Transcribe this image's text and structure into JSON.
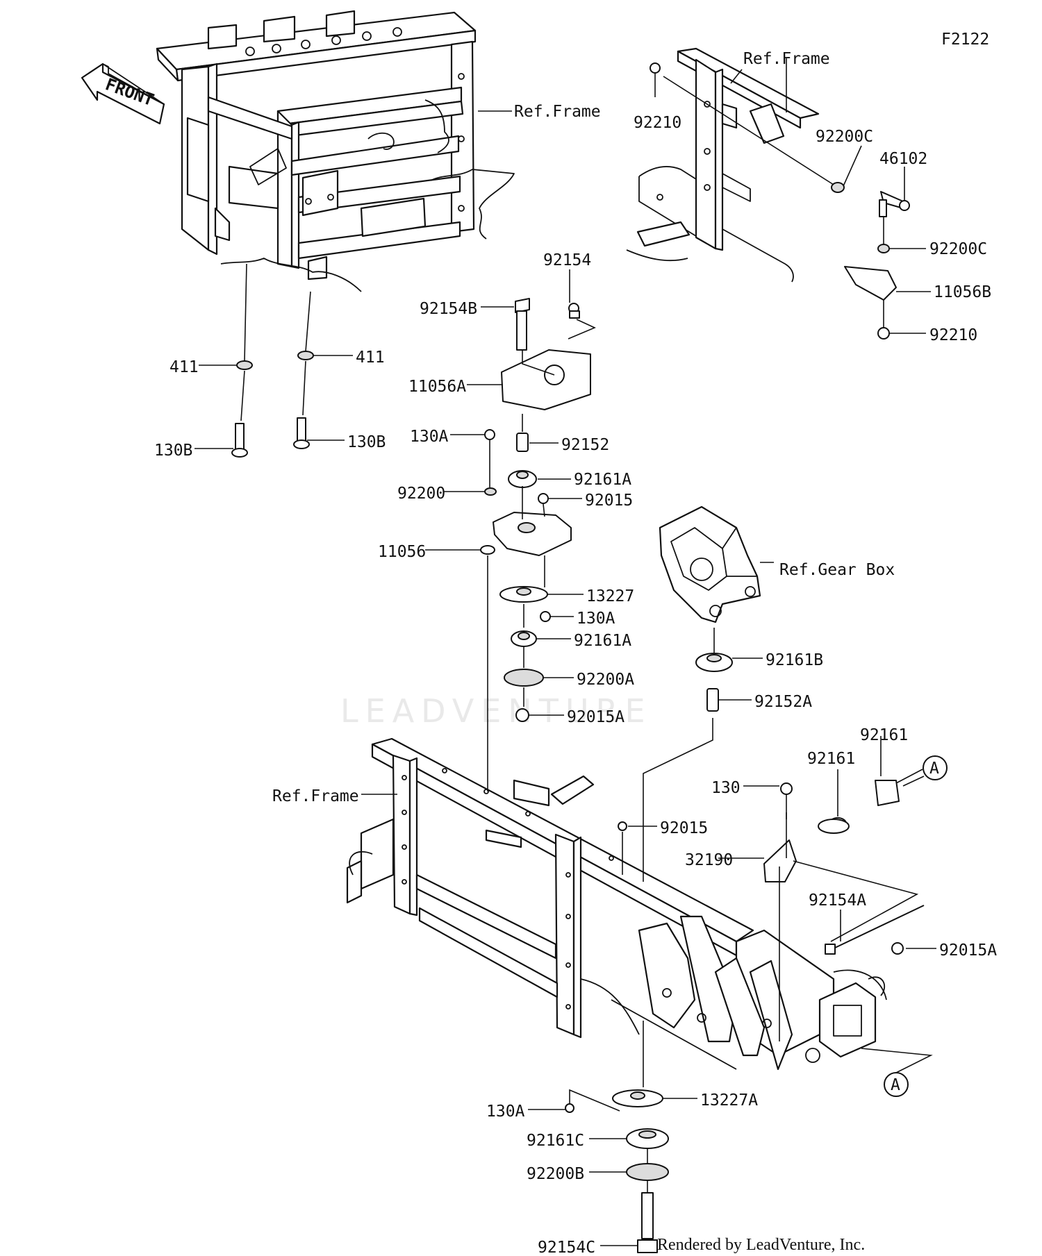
{
  "diagram_code": "F2122",
  "front_arrow": "FRONT",
  "watermark": "LEADVENTURE",
  "credit": "Rendered by LeadVenture, Inc.",
  "callouts": {
    "a_upper": "A",
    "a_lower": "A"
  },
  "labels": {
    "ref_frame_top_left": "Ref.Frame",
    "ref_frame_top_right": "Ref.Frame",
    "ref_frame_bottom": "Ref.Frame",
    "ref_gear_box": "Ref.Gear Box",
    "p92210_top": "92210",
    "p92200c_top": "92200C",
    "p46102": "46102",
    "p92200c_bottom": "92200C",
    "p11056b": "11056B",
    "p92210_bottom": "92210",
    "p92154": "92154",
    "p92154b": "92154B",
    "p11056a": "11056A",
    "p411_left": "411",
    "p411_right": "411",
    "p130b_left": "130B",
    "p130b_right": "130B",
    "p130a_1": "130A",
    "p92152": "92152",
    "p92161a_1": "92161A",
    "p92200": "92200",
    "p92015_1": "92015",
    "p11056": "11056",
    "p13227": "13227",
    "p130a_2": "130A",
    "p92161a_2": "92161A",
    "p92200a": "92200A",
    "p92015a_1": "92015A",
    "p92161b": "92161B",
    "p92152a": "92152A",
    "p92161_upper": "92161",
    "p92161_lower": "92161",
    "p130": "130",
    "p92015_2": "92015",
    "p32190": "32190",
    "p92154a": "92154A",
    "p92015a_2": "92015A",
    "p13227a": "13227A",
    "p130a_3": "130A",
    "p92161c": "92161C",
    "p92200b": "92200B",
    "p92154c": "92154C"
  }
}
